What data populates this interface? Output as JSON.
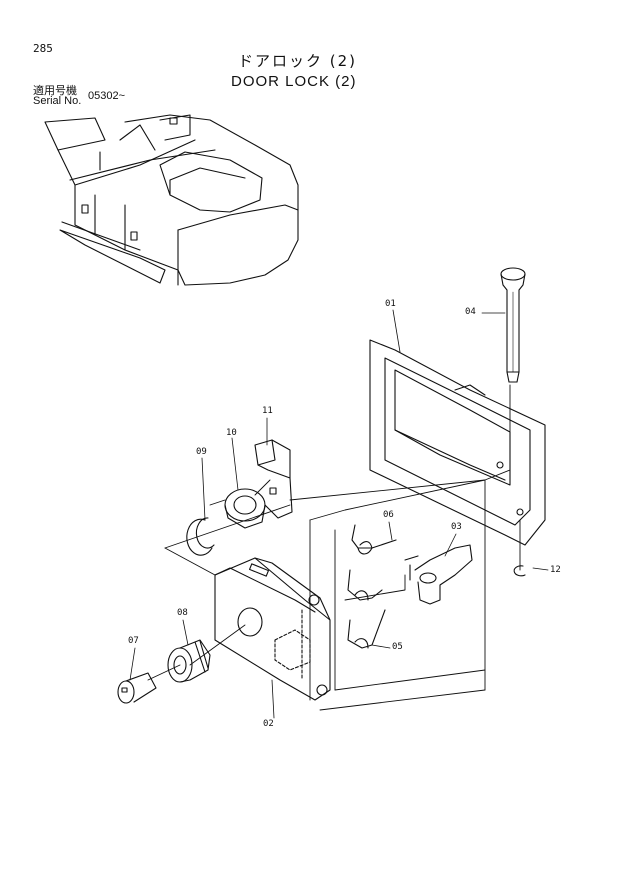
{
  "header": {
    "page_number": "285",
    "title_jp": "ドアロック (2)",
    "title_en": "DOOR LOCK (2)",
    "serial_label_jp": "適用号機",
    "serial_label_en": "Serial No.",
    "serial_value": "05302~"
  },
  "parts": [
    {
      "id": "01"
    },
    {
      "id": "02"
    },
    {
      "id": "03"
    },
    {
      "id": "04"
    },
    {
      "id": "05"
    },
    {
      "id": "06"
    },
    {
      "id": "07"
    },
    {
      "id": "08"
    },
    {
      "id": "09"
    },
    {
      "id": "10"
    },
    {
      "id": "11"
    },
    {
      "id": "12"
    }
  ]
}
